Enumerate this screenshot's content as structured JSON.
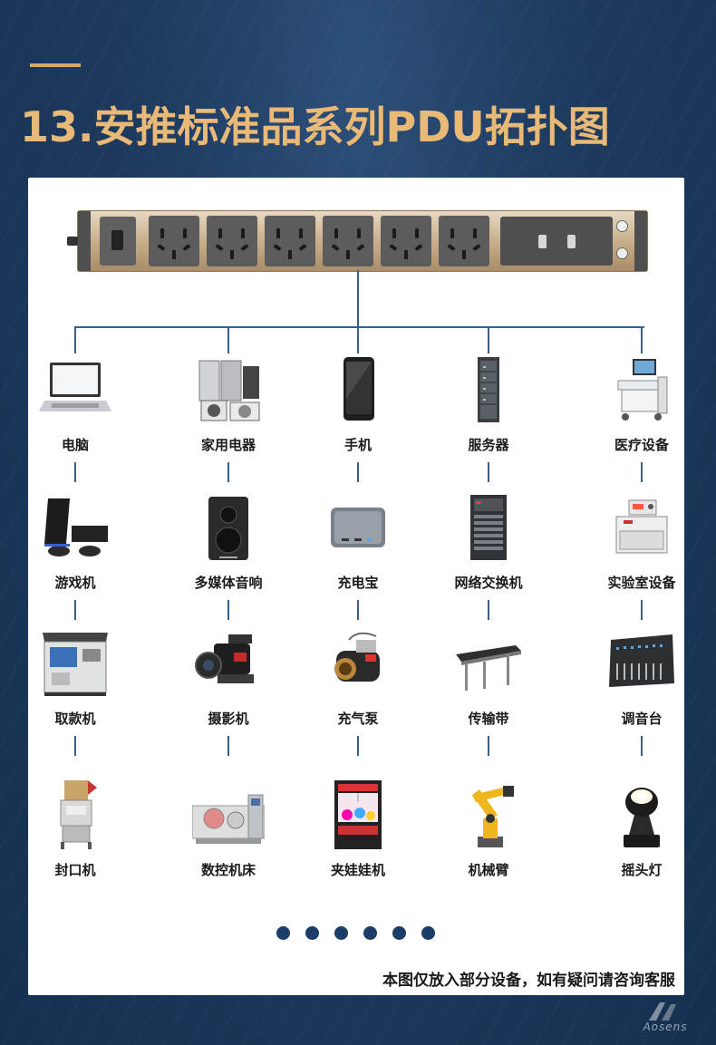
{
  "title": "13.安推标准品系列PDU拓扑图",
  "pdu": {
    "socket_count": 6,
    "usb_port_count": 2
  },
  "devices": [
    {
      "label": "电脑",
      "icon": "laptop-icon"
    },
    {
      "label": "家用电器",
      "icon": "home-appliances-icon"
    },
    {
      "label": "手机",
      "icon": "smartphone-icon"
    },
    {
      "label": "服务器",
      "icon": "server-icon"
    },
    {
      "label": "医疗设备",
      "icon": "medical-equipment-icon"
    },
    {
      "label": "游戏机",
      "icon": "game-console-icon"
    },
    {
      "label": "多媒体音响",
      "icon": "speaker-icon"
    },
    {
      "label": "充电宝",
      "icon": "power-bank-icon"
    },
    {
      "label": "网络交换机",
      "icon": "network-switch-icon"
    },
    {
      "label": "实验室设备",
      "icon": "lab-equipment-icon"
    },
    {
      "label": "取款机",
      "icon": "atm-icon"
    },
    {
      "label": "摄影机",
      "icon": "video-camera-icon"
    },
    {
      "label": "充气泵",
      "icon": "air-pump-icon"
    },
    {
      "label": "传输带",
      "icon": "conveyor-belt-icon"
    },
    {
      "label": "调音台",
      "icon": "mixing-console-icon"
    },
    {
      "label": "封口机",
      "icon": "sealing-machine-icon"
    },
    {
      "label": "数控机床",
      "icon": "cnc-machine-icon"
    },
    {
      "label": "夹娃娃机",
      "icon": "claw-machine-icon"
    },
    {
      "label": "机械臂",
      "icon": "robot-arm-icon"
    },
    {
      "label": "摇头灯",
      "icon": "moving-head-light-icon"
    }
  ],
  "pagination": {
    "dot_count": 6,
    "color": "#1c3d68"
  },
  "footnote": "本图仅放入部分设备，如有疑问请咨询客服",
  "watermark": "Aosens",
  "colors": {
    "title_gold": "#e9b977",
    "line_blue": "#3a5f8a",
    "background_navy": "#1e3b60"
  }
}
